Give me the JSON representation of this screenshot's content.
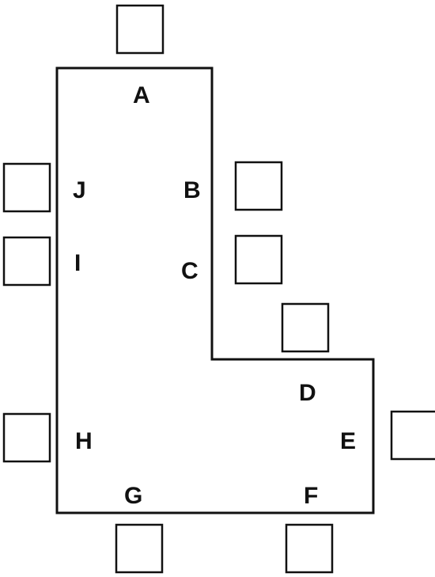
{
  "colors": {
    "outline": "#111111",
    "background": "#ffffff"
  },
  "labels": {
    "a": "A",
    "b": "B",
    "c": "C",
    "d": "D",
    "e": "E",
    "f": "F",
    "g": "G",
    "h": "H",
    "i": "I",
    "j": "J"
  }
}
